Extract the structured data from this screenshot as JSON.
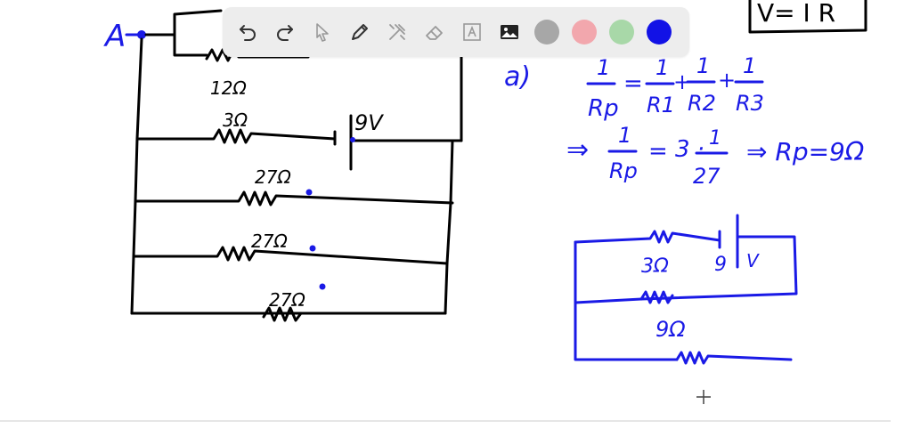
{
  "toolbar": {
    "tools": [
      "undo-icon",
      "redo-icon",
      "select-pointer-icon",
      "pen-icon",
      "tools-icon",
      "eraser-icon",
      "text-icon",
      "image-icon"
    ],
    "colors": [
      "#a7a7a7",
      "#f2a7ad",
      "#a8d8a8",
      "#1212e6"
    ],
    "selected_color": "#1212e6"
  },
  "board": {
    "node_label": "A",
    "formula_corner": "V= I R",
    "left_circuit": {
      "top_res_label": "12 Ω",
      "r12_label": "12Ω",
      "r3_label": "3Ω",
      "battery_label": "9V",
      "r27a_label": "27Ω",
      "r27b_label": "27Ω",
      "r27c_label": "27Ω"
    },
    "right_work": {
      "part_label": "a)",
      "eq_lhs_num": "1",
      "eq_lhs_den": "Rp",
      "eq_equals": "=",
      "eq_t1_num": "1",
      "eq_t1_den": "R1",
      "eq_t2_num": "1",
      "eq_t2_den": "R2",
      "eq_t3_num": "1",
      "eq_t3_den": "R3",
      "eq_plus": "+",
      "line2_arrow": "⇒",
      "line2_lhs_num": "1",
      "line2_lhs_den": "Rp",
      "line2_eq": "=",
      "line2_mult": "3 ·",
      "line2_frac_num": "1",
      "line2_frac_den": "27",
      "line2_result": "⇒ Rp=9Ω",
      "mini_r3_label": "3Ω",
      "mini_battery_label": "9",
      "mini_v_label": "V",
      "mini_r9_label": "9Ω"
    }
  }
}
